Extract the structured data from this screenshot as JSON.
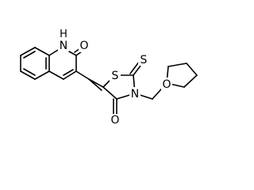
{
  "atoms": {
    "nh": "H",
    "n1": "N",
    "o_carbonyl_left": "O",
    "s_ring": "S",
    "s_thione": "S",
    "n_thiazolidine": "N",
    "o_carbonyl_right": "O",
    "o_thf": "O"
  }
}
